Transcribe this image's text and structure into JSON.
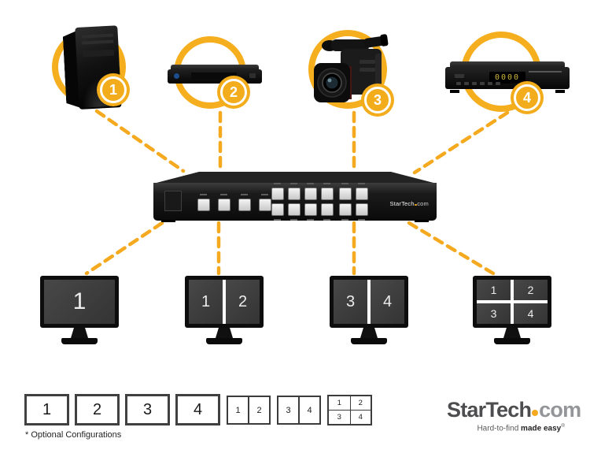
{
  "colors": {
    "accent": "#F5A91F"
  },
  "sources": {
    "badges": [
      "1",
      "2",
      "3",
      "4"
    ],
    "device_names": [
      "computer-tower",
      "blu-ray-player",
      "video-camera",
      "set-top-box"
    ]
  },
  "settop_box": {
    "display": "0000"
  },
  "switcher": {
    "brand_star": "StarTech",
    "brand_com": "com"
  },
  "monitors": [
    {
      "cells": [
        "1"
      ]
    },
    {
      "cells": [
        "1",
        "2"
      ]
    },
    {
      "cells": [
        "3",
        "4"
      ]
    },
    {
      "cells": [
        "1",
        "2",
        "3",
        "4"
      ]
    }
  ],
  "footer": {
    "large_boxes": [
      "1",
      "2",
      "3",
      "4"
    ],
    "split_boxes": [
      [
        "1",
        "2"
      ],
      [
        "3",
        "4"
      ]
    ],
    "quad_box": [
      "1",
      "2",
      "3",
      "4"
    ],
    "note": "* Optional Configurations"
  },
  "logo": {
    "star": "Star",
    "tech": "Tech",
    "com": "com",
    "tagline_regular": "Hard-to-find",
    "tagline_bold": "made easy",
    "registered": "®"
  }
}
